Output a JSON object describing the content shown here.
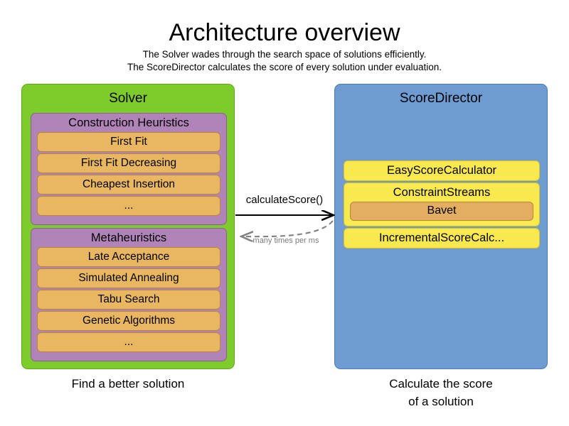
{
  "header": {
    "title": "Architecture overview",
    "subtitle_lines": [
      "The Solver wades through the search space of solutions efficiently.",
      "The ScoreDirector calculates the score of every solution under evaluation."
    ]
  },
  "solver": {
    "title": "Solver",
    "caption": "Find a better solution",
    "groups": [
      {
        "title": "Construction Heuristics",
        "items": [
          "First Fit",
          "First Fit Decreasing",
          "Cheapest Insertion",
          "..."
        ]
      },
      {
        "title": "Metaheuristics",
        "items": [
          "Late Acceptance",
          "Simulated Annealing",
          "Tabu Search",
          "Genetic Algorithms",
          "..."
        ]
      }
    ]
  },
  "score_director": {
    "title": "ScoreDirector",
    "caption_lines": [
      "Calculate the score",
      "of a solution"
    ],
    "calculators": [
      {
        "title": "EasyScoreCalculator",
        "nested": null
      },
      {
        "title": "ConstraintStreams",
        "nested": "Bavet"
      },
      {
        "title": "IncrementalScoreCalc...",
        "nested": null
      }
    ]
  },
  "arrows": {
    "request_label": "calculateScore()",
    "response_label": "many times per ms"
  },
  "colors": {
    "solver_panel": "#7DCC2B",
    "solver_panel_border": "#5FA818",
    "score_director_panel": "#6E9BD1",
    "score_director_panel_border": "#4A7CB5",
    "group_box": "#B184B9",
    "group_box_border": "#8E5E97",
    "leaf_box": "#E9B761",
    "leaf_box_border": "#B8863A",
    "calculator_box": "#FAE84F",
    "calculator_box_border": "#D4BE22",
    "nested_box": "#E3AE62",
    "request_arrow": "#000000",
    "response_arrow": "#808080"
  }
}
